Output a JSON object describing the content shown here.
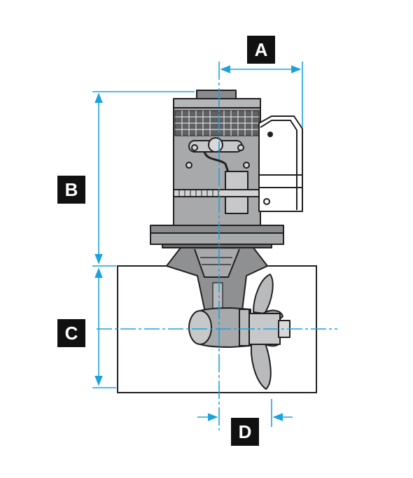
{
  "labels": {
    "a": "A",
    "b": "B",
    "c": "C",
    "d": "D"
  },
  "colors": {
    "dimension_line": "#1aa3dd",
    "label_background": "#111111",
    "label_text": "#ffffff",
    "thruster_body": "#a8a9ab",
    "thruster_dark": "#5f6062",
    "outline": "#231f20"
  }
}
